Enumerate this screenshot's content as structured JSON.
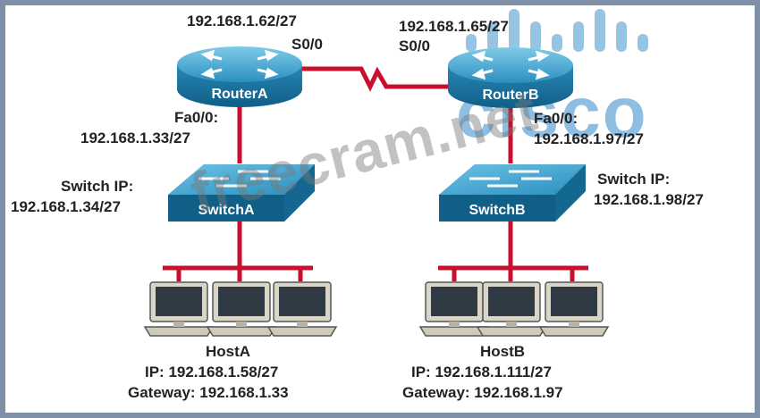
{
  "routerA": {
    "name": "RouterA",
    "serial_ip": "192.168.1.62/27",
    "serial_if": "S0/0",
    "fa_if": "Fa0/0:",
    "fa_ip": "192.168.1.33/27"
  },
  "routerB": {
    "name": "RouterB",
    "serial_ip": "192.168.1.65/27",
    "serial_if": "S0/0",
    "fa_if": "Fa0/0:",
    "fa_ip": "192.168.1.97/27"
  },
  "switchA": {
    "name": "SwitchA",
    "ip_label": "Switch IP:",
    "ip": "192.168.1.34/27"
  },
  "switchB": {
    "name": "SwitchB",
    "ip_label": "Switch IP:",
    "ip": "192.168.1.98/27"
  },
  "hostA": {
    "name": "HostA",
    "ip": "IP: 192.168.1.58/27",
    "gateway": "Gateway: 192.168.1.33"
  },
  "hostB": {
    "name": "HostB",
    "ip": "IP: 192.168.1.111/27",
    "gateway": "Gateway: 192.168.1.97"
  },
  "watermark": "freecram.net",
  "logo": "cisco",
  "colors": {
    "link": "#c8102e",
    "device_dark": "#1a6f99",
    "device_light": "#4fb0d8",
    "frame": "#7f8fa8"
  }
}
